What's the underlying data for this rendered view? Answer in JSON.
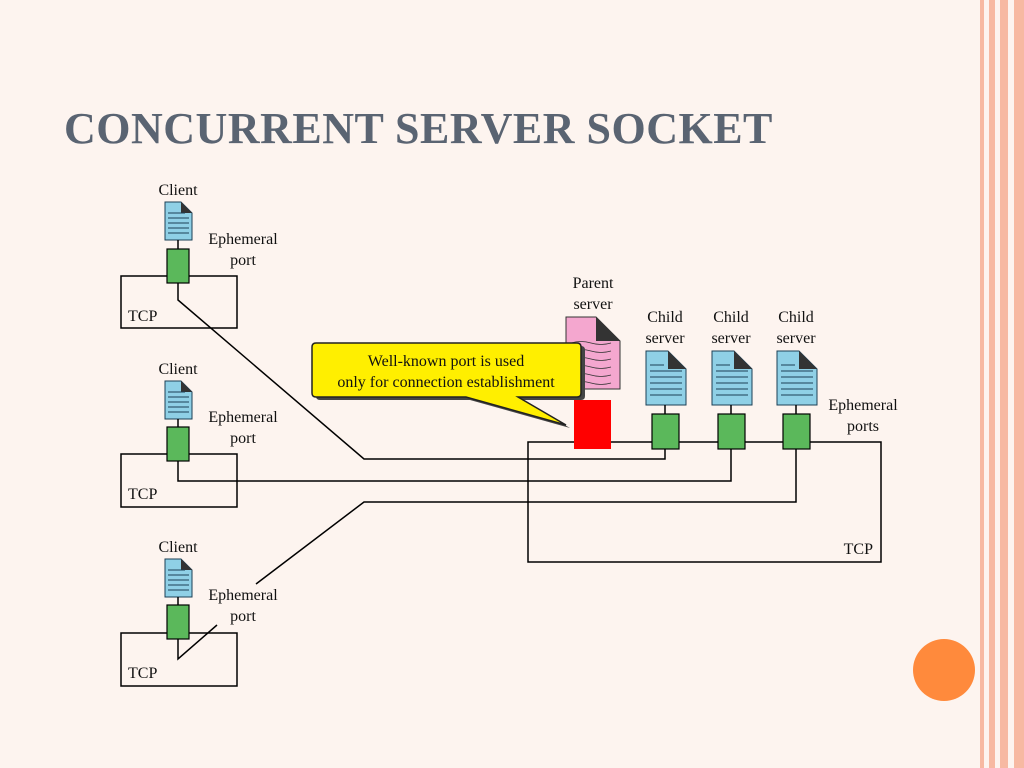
{
  "slide": {
    "title": "CONCURRENT SERVER SOCKET"
  },
  "theme": {
    "background": "#fdf4ef",
    "stripe_color": "#f7b9a2",
    "accent_circle_color": "#ff8a3c",
    "title_color": "#5a6472",
    "doc_client_color": "#8fd0e6",
    "doc_parent_color": "#f4a7cf",
    "port_color": "#5bb85b",
    "well_known_port_color": "#ff0000",
    "callout_color": "#ffef00"
  },
  "diagram": {
    "clients": [
      {
        "label": "Client",
        "port_label_1": "Ephemeral",
        "port_label_2": "port",
        "tcp_label": "TCP"
      },
      {
        "label": "Client",
        "port_label_1": "Ephemeral",
        "port_label_2": "port",
        "tcp_label": "TCP"
      },
      {
        "label": "Client",
        "port_label_1": "Ephemeral",
        "port_label_2": "port",
        "tcp_label": "TCP"
      }
    ],
    "parent": {
      "label_1": "Parent",
      "label_2": "server"
    },
    "children": [
      {
        "label_1": "Child",
        "label_2": "server"
      },
      {
        "label_1": "Child",
        "label_2": "server"
      },
      {
        "label_1": "Child",
        "label_2": "server"
      }
    ],
    "server_ports_label_1": "Ephemeral",
    "server_ports_label_2": "ports",
    "server_tcp_label": "TCP",
    "callout": {
      "line_1": "Well-known port is used",
      "line_2": "only for connection establishment"
    }
  }
}
